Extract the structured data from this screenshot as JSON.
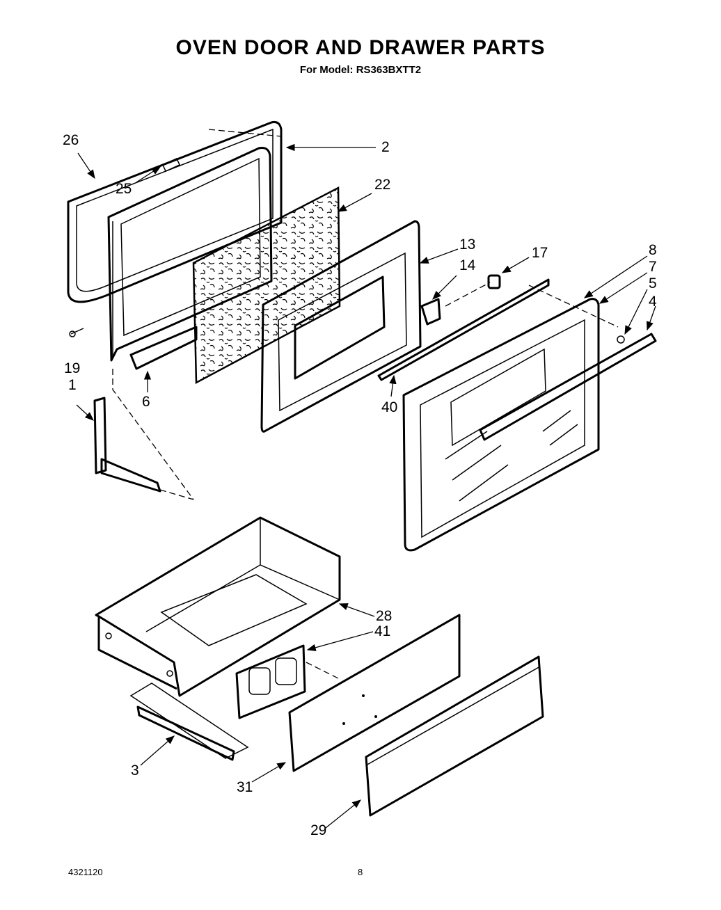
{
  "title": "OVEN DOOR AND DRAWER PARTS",
  "subtitle": "For Model: RS363BXTT2",
  "doc_number": "4321120",
  "page_number": "8",
  "callouts": [
    "26",
    "2",
    "25",
    "22",
    "13",
    "17",
    "14",
    "8",
    "7",
    "5",
    "4",
    "19",
    "6",
    "1",
    "40",
    "28",
    "41",
    "3",
    "31",
    "29"
  ]
}
